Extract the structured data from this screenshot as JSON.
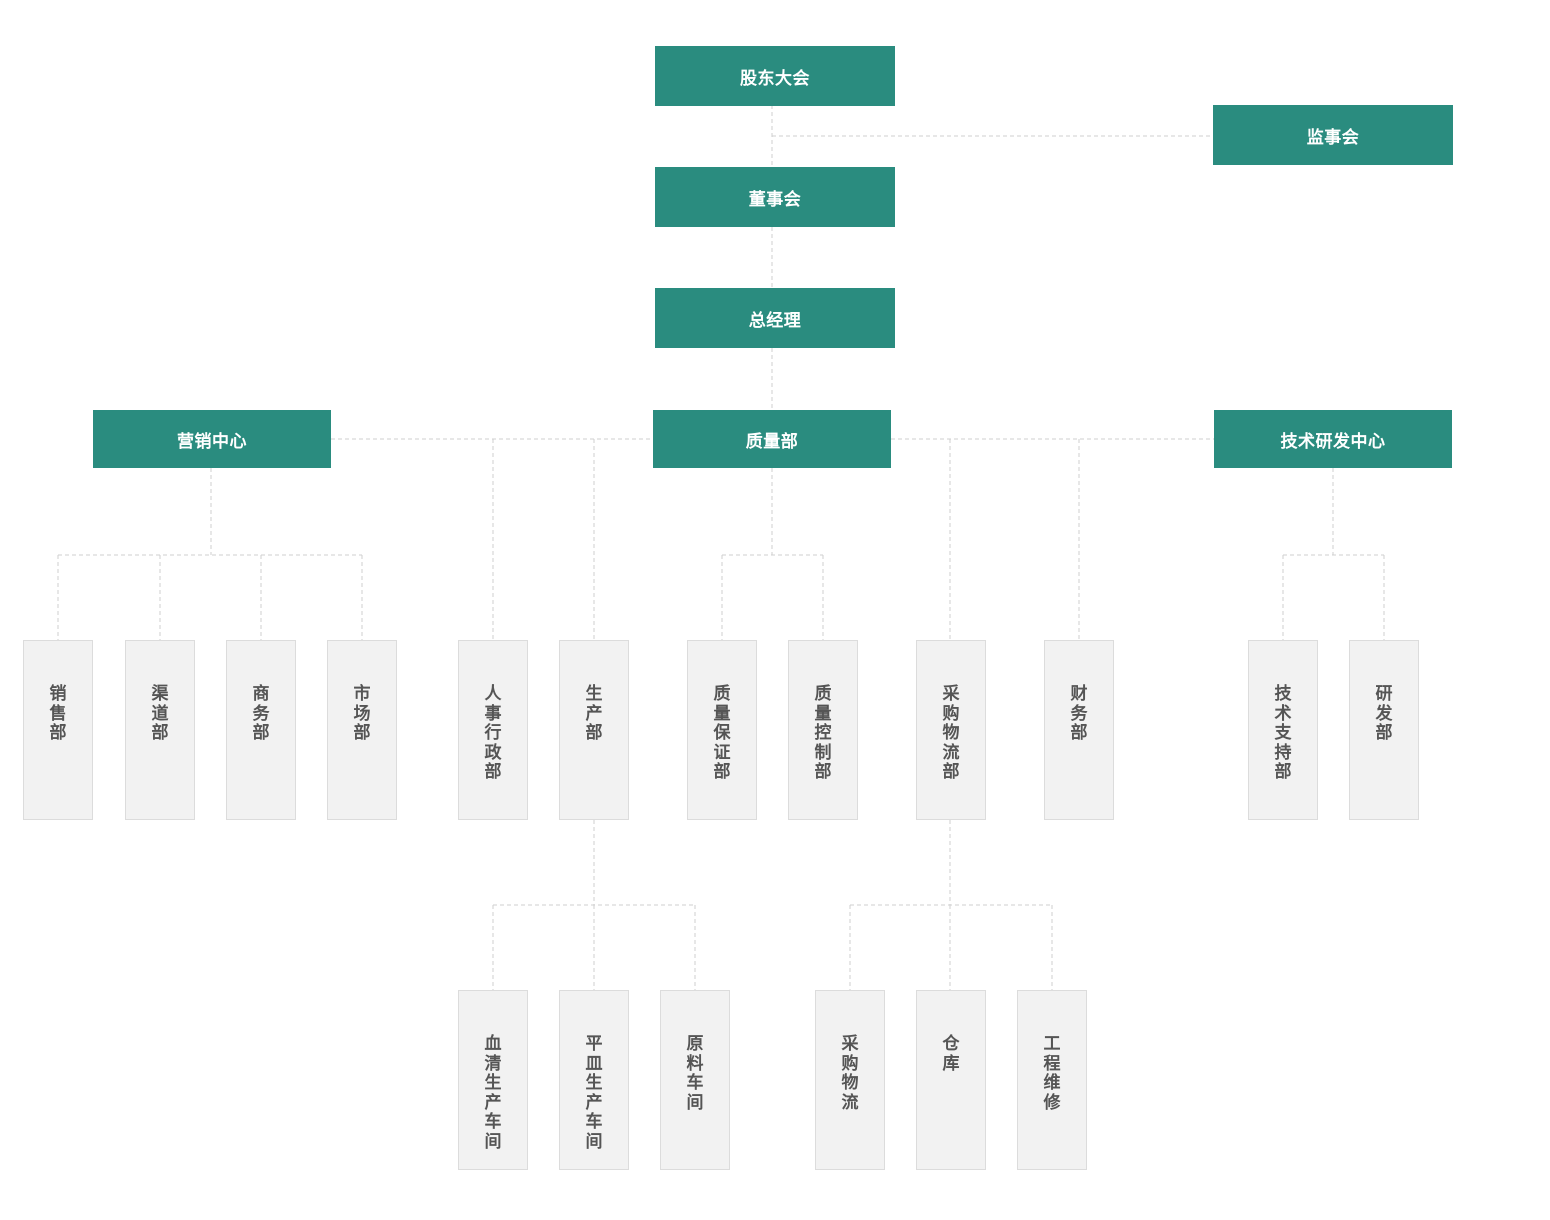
{
  "org_chart": {
    "shareholders": "股东大会",
    "supervisors": "监事会",
    "board": "董事会",
    "gm": "总经理",
    "marketing_center": "营销中心",
    "quality_dept": "质量部",
    "rnd_center": "技术研发中心",
    "sales": "销售部",
    "channel": "渠道部",
    "business": "商务部",
    "market": "市场部",
    "hr_admin": "人事行政部",
    "production": "生产部",
    "qa": "质量保证部",
    "qc": "质量控制部",
    "procurement": "采购物流部",
    "finance": "财务部",
    "tech_support": "技术支持部",
    "rnd": "研发部",
    "serum_workshop": "血清生产车间",
    "plate_workshop": "平皿生产车间",
    "material_workshop": "原料车间",
    "purchasing": "采购物流",
    "warehouse": "仓库",
    "engineering": "工程维修"
  },
  "colors": {
    "primary": "#2a8c7f",
    "box_gray": "#f2f2f2",
    "line": "#cfcfcf"
  }
}
